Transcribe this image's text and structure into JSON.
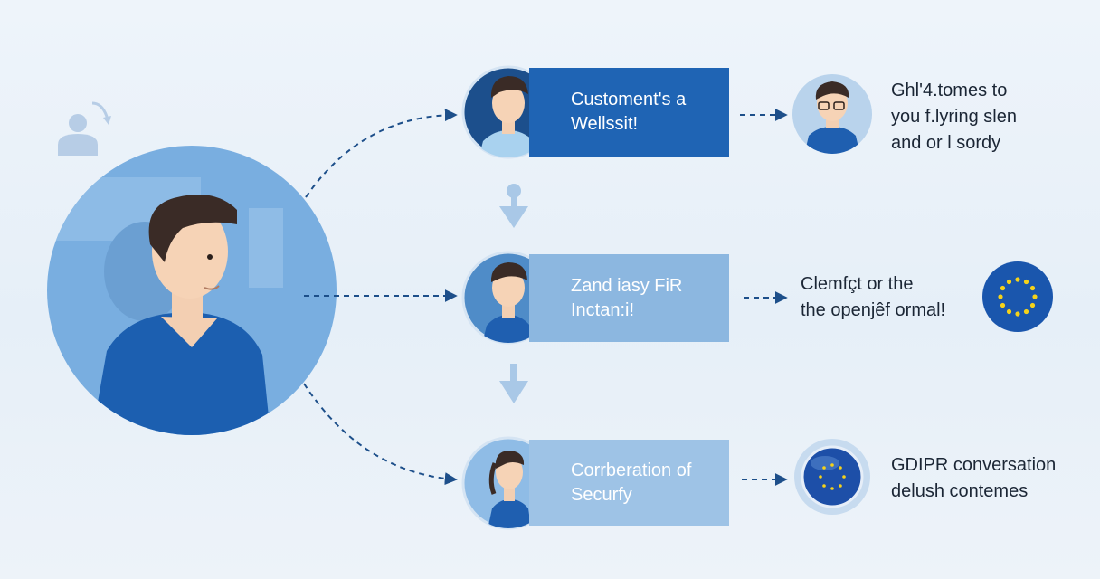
{
  "colors": {
    "primary_blue": "#1f64b4",
    "light_blue": "#8cb7e0",
    "pale_blue": "#9ec3e6",
    "arrow": "#1d4f8a",
    "eu_star": "#f5d21a"
  },
  "icons": [
    "user-icon",
    "refresh-arrow-icon",
    "eu-flag-icon",
    "eu-badge-icon"
  ],
  "steps": [
    {
      "lines": [
        "Customent's a",
        "Wellssit!"
      ]
    },
    {
      "lines": [
        "Zand iasy FiR",
        "Inctan:i!"
      ]
    },
    {
      "lines": [
        "Corrberation of",
        "Securfy"
      ]
    }
  ],
  "outcomes": [
    {
      "lines": [
        "Ghl'4.tomes to",
        "you f.lyring slen",
        "and or l sordy"
      ]
    },
    {
      "lines": [
        "Clemfçt or the",
        "the openjêf ormal!"
      ]
    },
    {
      "lines": [
        "GDIPR conversation",
        "delush contemes"
      ]
    }
  ]
}
